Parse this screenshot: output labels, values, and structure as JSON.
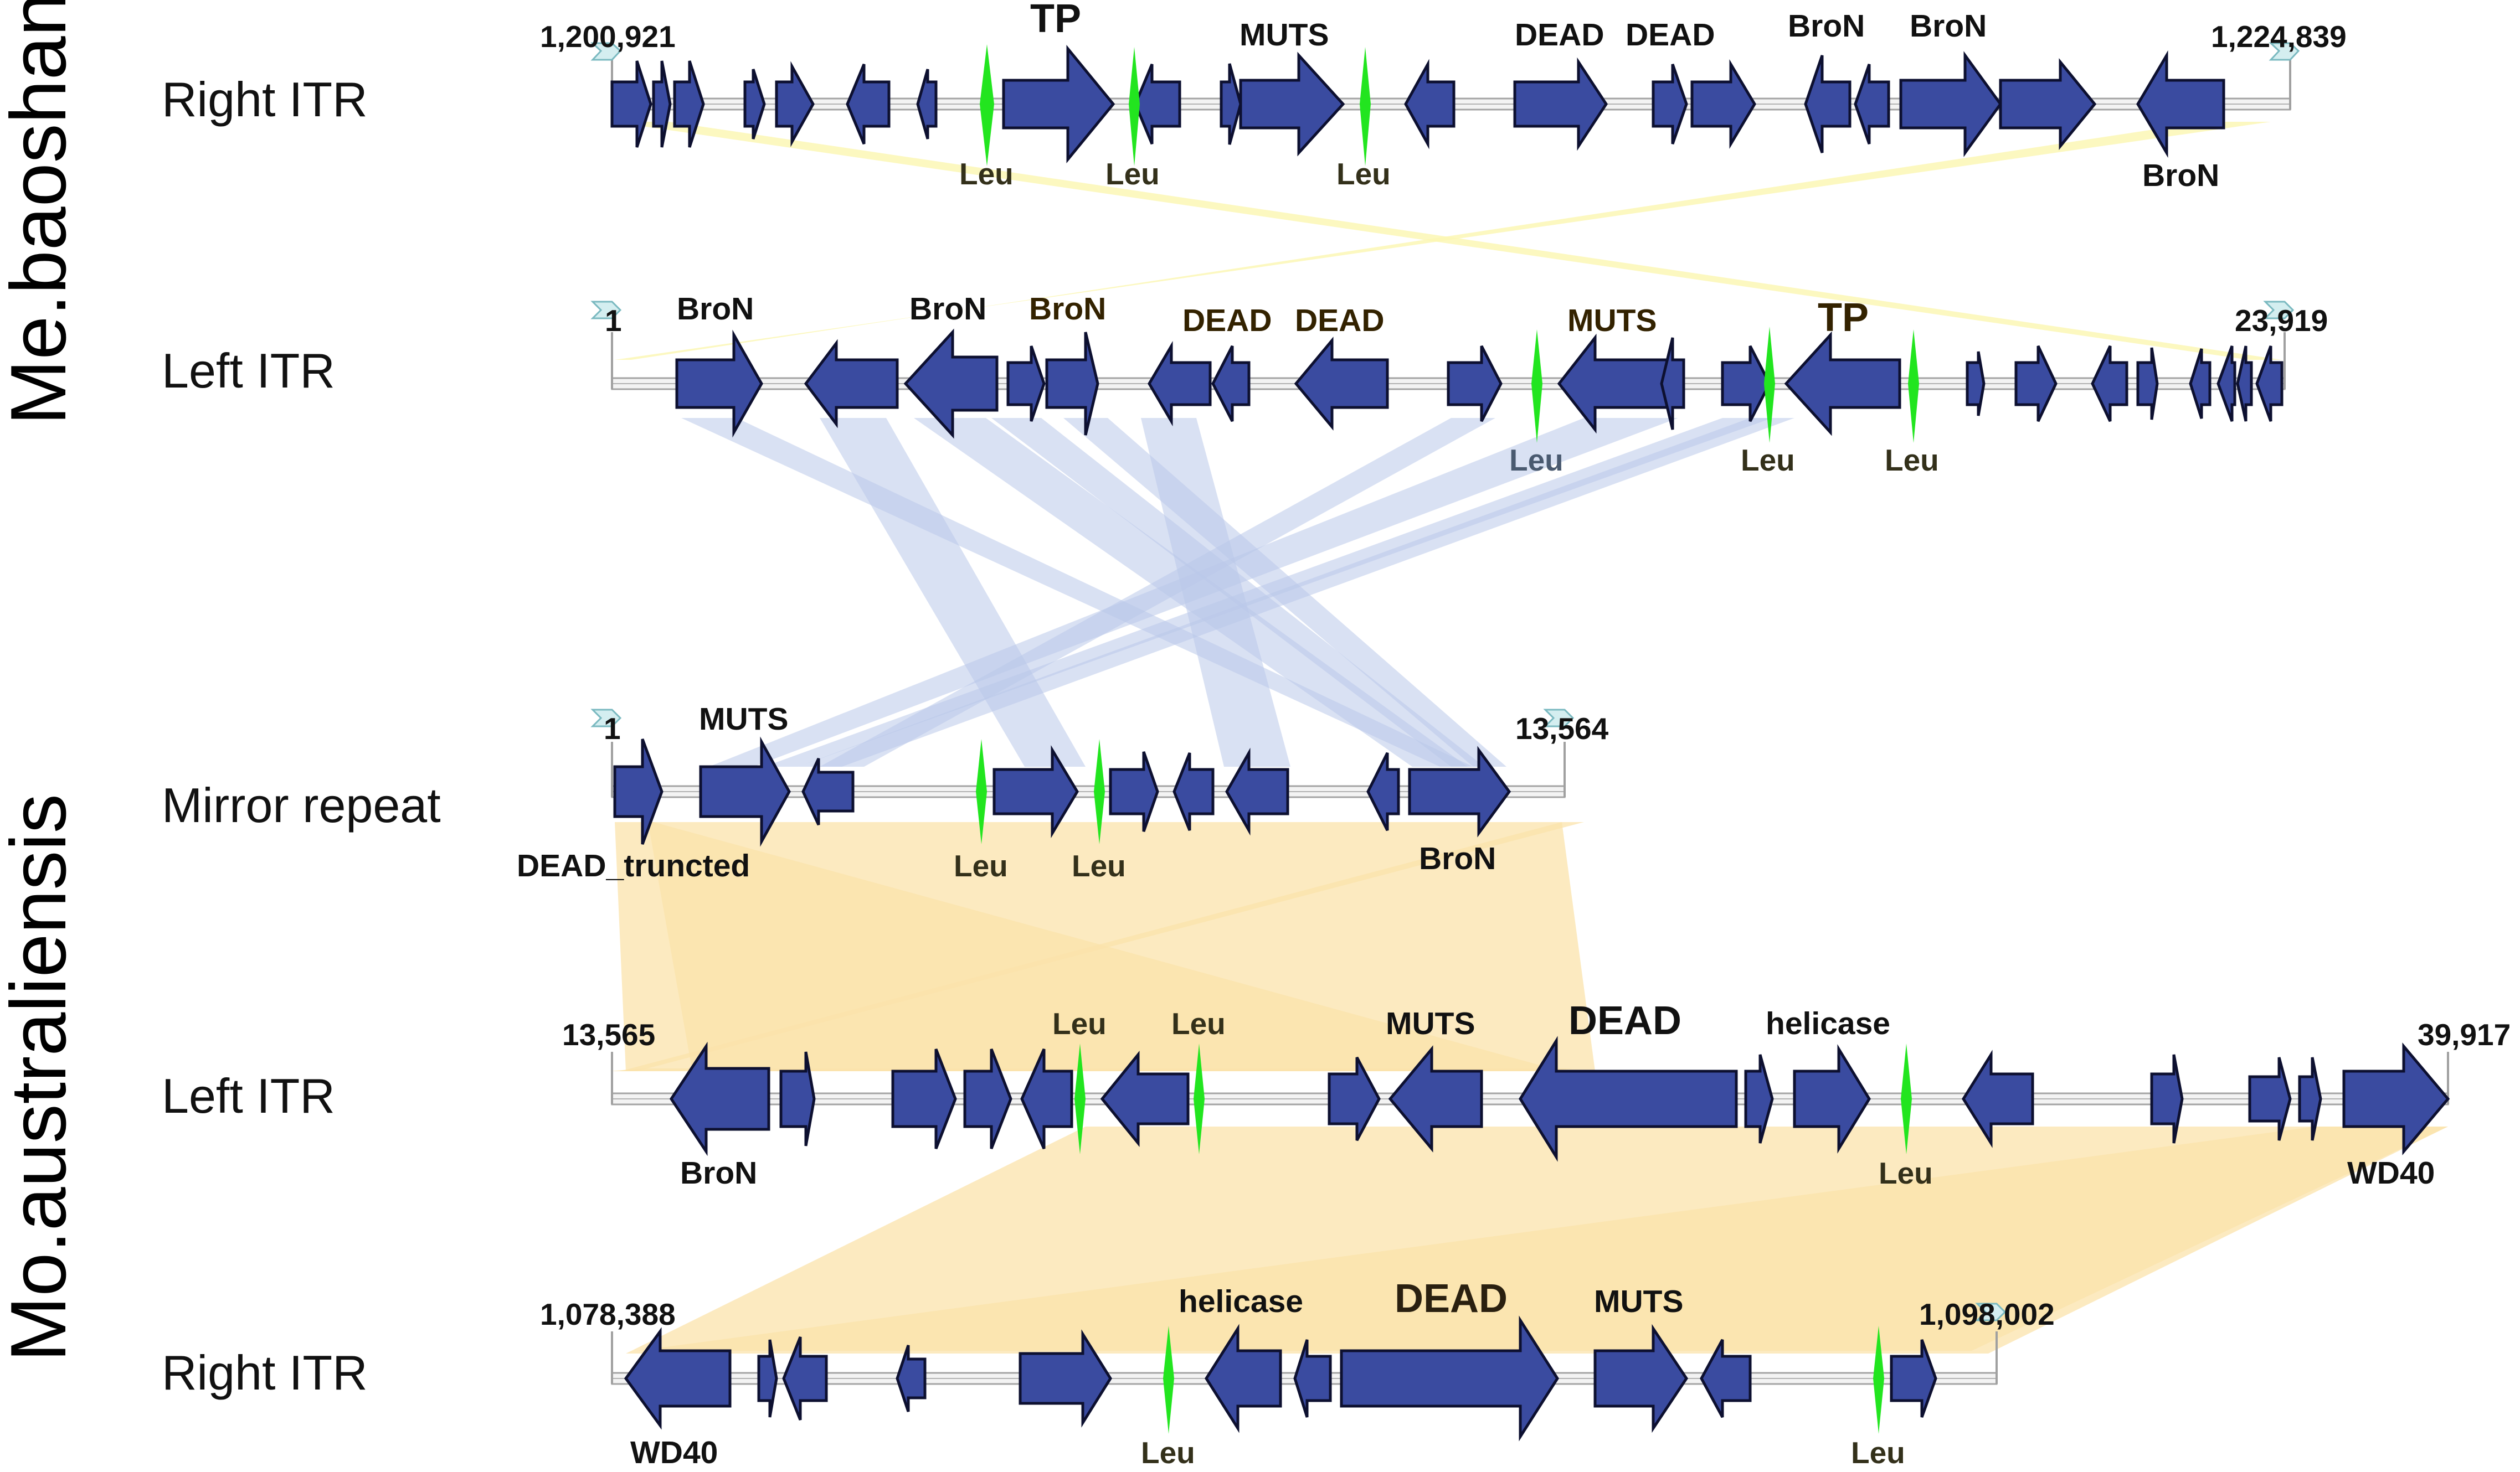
{
  "figure": {
    "groups": [
      {
        "id": "me",
        "label": "Me.baoshan"
      },
      {
        "id": "mo",
        "label": "Mo.australiensis"
      }
    ],
    "colors": {
      "gene": "#3a4ba0",
      "trna": "#22e51f",
      "synteny_me_itr": "#fbf6b2",
      "synteny_mo": "#fbe3aa",
      "synteny_cross": "#b9c8e9"
    },
    "tracks": [
      {
        "id": "t1",
        "label": "Right ITR",
        "start": "1,200,921",
        "end": "1,224,839",
        "gene_labels": [
          "TP",
          "MUTS",
          "DEAD",
          "DEAD",
          "BroN",
          "BroN",
          "BroN"
        ],
        "trna_labels": [
          "Leu",
          "Leu",
          "Leu"
        ]
      },
      {
        "id": "t2",
        "label": "Left ITR",
        "start": "1",
        "end": "23,919",
        "gene_labels": [
          "BroN",
          "BroN",
          "BroN",
          "DEAD",
          "DEAD",
          "MUTS",
          "TP"
        ],
        "trna_labels": [
          "Leu",
          "Leu",
          "Leu"
        ]
      },
      {
        "id": "t3",
        "label": "Mirror repeat",
        "start": "1",
        "end": "13,564",
        "gene_labels": [
          "MUTS",
          "DEAD_truncted",
          "BroN"
        ],
        "trna_labels": [
          "Leu",
          "Leu"
        ]
      },
      {
        "id": "t4",
        "label": "Left ITR",
        "start": "13,565",
        "end": "39,917",
        "gene_labels": [
          "MUTS",
          "DEAD",
          "helicase",
          "BroN",
          "WD40"
        ],
        "trna_labels": [
          "Leu",
          "Leu",
          "Leu"
        ]
      },
      {
        "id": "t5",
        "label": "Right ITR",
        "start": "1,078,388",
        "end": "1,098,002",
        "gene_labels": [
          "helicase",
          "DEAD",
          "MUTS",
          "WD40"
        ],
        "trna_labels": [
          "Leu",
          "Leu"
        ]
      }
    ]
  }
}
